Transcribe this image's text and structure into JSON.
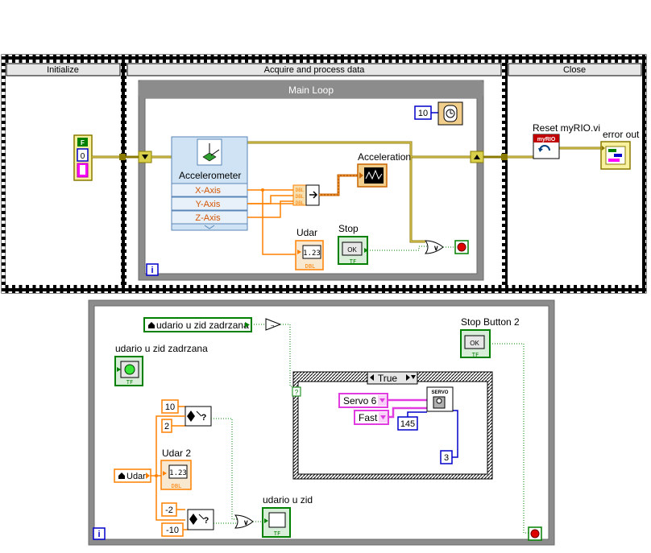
{
  "sequence": {
    "frames": [
      "Initialize",
      "Acquire and process data",
      "Close"
    ]
  },
  "main_loop": {
    "title": "Main Loop",
    "iteration": "i",
    "wait_ms": "10"
  },
  "accelerometer": {
    "title": "Accelerometer",
    "outputs": [
      "X-Axis",
      "Y-Axis",
      "Z-Axis"
    ]
  },
  "labels": {
    "acceleration": "Acceleration",
    "udar": "Udar",
    "stop": "Stop",
    "reset": "Reset myRIO.vi",
    "error_out": "error out",
    "stop_button_2": "Stop Button 2",
    "udario_zadrzana": "udario u zid zadrzana",
    "udar_2": "Udar 2",
    "udario_u_zid": "udario u zid",
    "case_true": "True"
  },
  "constants": {
    "false_bool": "F",
    "zero": "0",
    "ten": "10",
    "two": "2",
    "minus_two": "-2",
    "minus_ten": "-10",
    "servo": "Servo 6",
    "speed": "Fast",
    "angle": "145",
    "three": "3"
  },
  "terminals": {
    "dbl_display": "1.23",
    "dbl_tag": "DBL",
    "tf_tag": "TF",
    "ok": "OK",
    "servo_label": "SERVO",
    "myrio_label": "myRIO",
    "zid_local": "udario u zid zadrzana",
    "udar_local": "Udar"
  },
  "colors": {
    "orange_wire": "#ff8000",
    "green_wire": "#008000",
    "error_wire": "#8a7a00",
    "pink_wire": "#e03ce0",
    "blue_wire": "#0000cc",
    "loop_gray": "#8c8c8c"
  }
}
